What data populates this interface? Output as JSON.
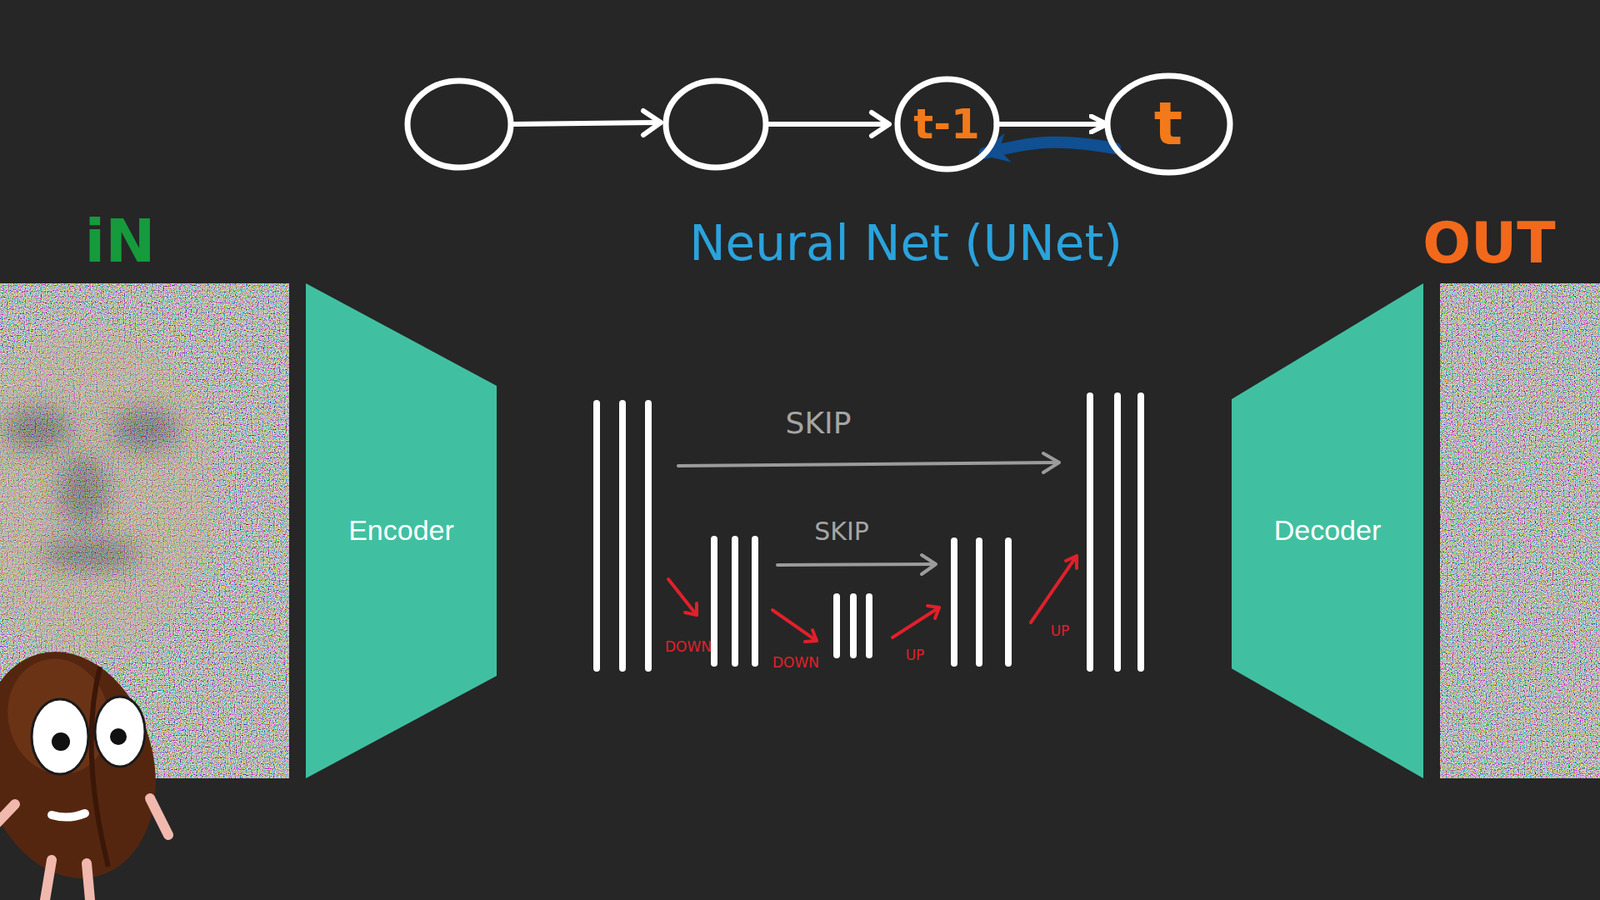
{
  "diagram": {
    "nodes": [
      {
        "text": [
          "t-1"
        ]
      },
      {
        "text": [
          "t"
        ]
      },
      {
        "text": [
          "Encoder"
        ]
      },
      {
        "text": [
          "Decoder"
        ]
      }
    ],
    "edges": [
      {
        "from": 0,
        "to": 1,
        "arrow": "to"
      },
      {
        "from": 1,
        "to": 0,
        "arrow": "to"
      }
    ],
    "labels": [
      "iN",
      "Neural Net (UNet)",
      "OUT",
      "SKIP",
      "SKIP",
      "DOWN",
      "DOWN",
      "UP",
      "UP"
    ]
  }
}
